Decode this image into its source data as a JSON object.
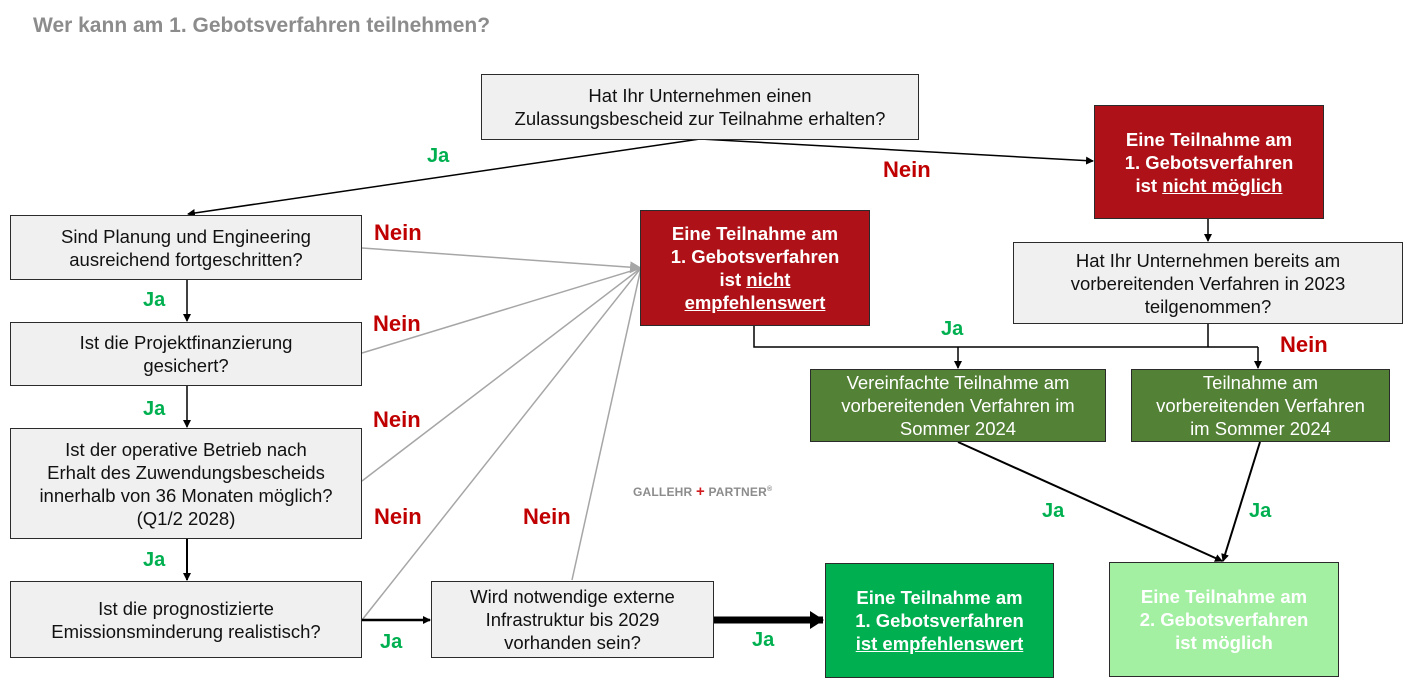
{
  "title": "Wer kann am 1. Gebotsverfahren teilnehmen?",
  "logo": {
    "left": "GALLEHR",
    "plus": "+",
    "right": "PARTNER",
    "mark": "®"
  },
  "colors": {
    "title_gray": "#8c8c8c",
    "question_fill": "#f0f0f0",
    "negative_red": "#ae1218",
    "olive_green": "#538135",
    "positive_green": "#00b050",
    "light_green": "#a3f0a3",
    "label_ja": "#00b050",
    "label_nein": "#c00000"
  },
  "nodes": {
    "q_zulassung": {
      "lines": [
        "Hat Ihr Unternehmen einen",
        "Zulassungsbescheid zur Teilnahme erhalten?"
      ]
    },
    "q_planung": {
      "lines": [
        "Sind Planung und Engineering",
        "ausreichend fortgeschritten?"
      ]
    },
    "q_finanzierung": {
      "lines": [
        "Ist die Projektfinanzierung",
        "gesichert?"
      ]
    },
    "q_betrieb": {
      "lines": [
        "Ist der operative Betrieb nach",
        "Erhalt des Zuwendungsbescheids",
        "innerhalb von 36 Monaten möglich?",
        "(Q1/2 2028)"
      ]
    },
    "q_emission": {
      "lines": [
        "Ist die prognostizierte",
        "Emissionsminderung realistisch?"
      ]
    },
    "q_infrastruktur": {
      "lines": [
        "Wird notwendige externe",
        "Infrastruktur bis 2029",
        "vorhanden sein?"
      ]
    },
    "q_vorbereitend": {
      "lines": [
        "Hat Ihr Unternehmen bereits am",
        "vorbereitenden Verfahren in 2023",
        "teilgenommen?"
      ]
    },
    "r_nicht_moeglich": {
      "l1": "Eine Teilnahme am",
      "l2": "1. Gebotsverfahren",
      "l3a": "ist ",
      "l3b": "nicht möglich"
    },
    "r_nicht_empfehlenswert": {
      "l1": "Eine Teilnahme am",
      "l2": "1. Gebotsverfahren",
      "l3a": "ist ",
      "l3b": "nicht",
      "l4": "empfehlenswert"
    },
    "r_empfehlenswert": {
      "l1": "Eine Teilnahme am",
      "l2": "1. Gebotsverfahren",
      "l3": "ist empfehlenswert"
    },
    "r_vereinfacht": {
      "lines": [
        "Vereinfachte Teilnahme am",
        "vorbereitenden Verfahren im",
        "Sommer 2024"
      ]
    },
    "r_teilnahme": {
      "lines": [
        "Teilnahme am",
        "vorbereitenden Verfahren",
        "im Sommer 2024"
      ]
    },
    "r_zweites": {
      "lines": [
        "Eine Teilnahme am",
        "2. Gebotsverfahren",
        "ist möglich"
      ]
    }
  },
  "labels": {
    "ja": "Ja",
    "nein": "Nein"
  },
  "edges": [
    {
      "from": "q_zulassung",
      "to": "q_planung",
      "label": "Ja"
    },
    {
      "from": "q_zulassung",
      "to": "r_nicht_moeglich",
      "label": "Nein"
    },
    {
      "from": "q_planung",
      "to": "q_finanzierung",
      "label": "Ja"
    },
    {
      "from": "q_planung",
      "to": "r_nicht_empfehlenswert",
      "label": "Nein"
    },
    {
      "from": "q_finanzierung",
      "to": "q_betrieb",
      "label": "Ja"
    },
    {
      "from": "q_finanzierung",
      "to": "r_nicht_empfehlenswert",
      "label": "Nein"
    },
    {
      "from": "q_betrieb",
      "to": "q_emission",
      "label": "Ja"
    },
    {
      "from": "q_betrieb",
      "to": "r_nicht_empfehlenswert",
      "label": "Nein"
    },
    {
      "from": "q_emission",
      "to": "q_infrastruktur",
      "label": "Ja"
    },
    {
      "from": "q_emission",
      "to": "r_nicht_empfehlenswert",
      "label": "Nein"
    },
    {
      "from": "q_infrastruktur",
      "to": "r_empfehlenswert",
      "label": "Ja"
    },
    {
      "from": "q_infrastruktur",
      "to": "r_nicht_empfehlenswert",
      "label": "Nein"
    },
    {
      "from": "r_nicht_moeglich",
      "to": "q_vorbereitend",
      "label": ""
    },
    {
      "from": "r_nicht_empfehlenswert",
      "to": "r_vereinfacht",
      "label": ""
    },
    {
      "from": "q_vorbereitend",
      "to": "r_vereinfacht",
      "label": "Ja"
    },
    {
      "from": "q_vorbereitend",
      "to": "r_teilnahme",
      "label": "Nein"
    },
    {
      "from": "r_vereinfacht",
      "to": "r_zweites",
      "label": "Ja"
    },
    {
      "from": "r_teilnahme",
      "to": "r_zweites",
      "label": "Ja"
    }
  ]
}
